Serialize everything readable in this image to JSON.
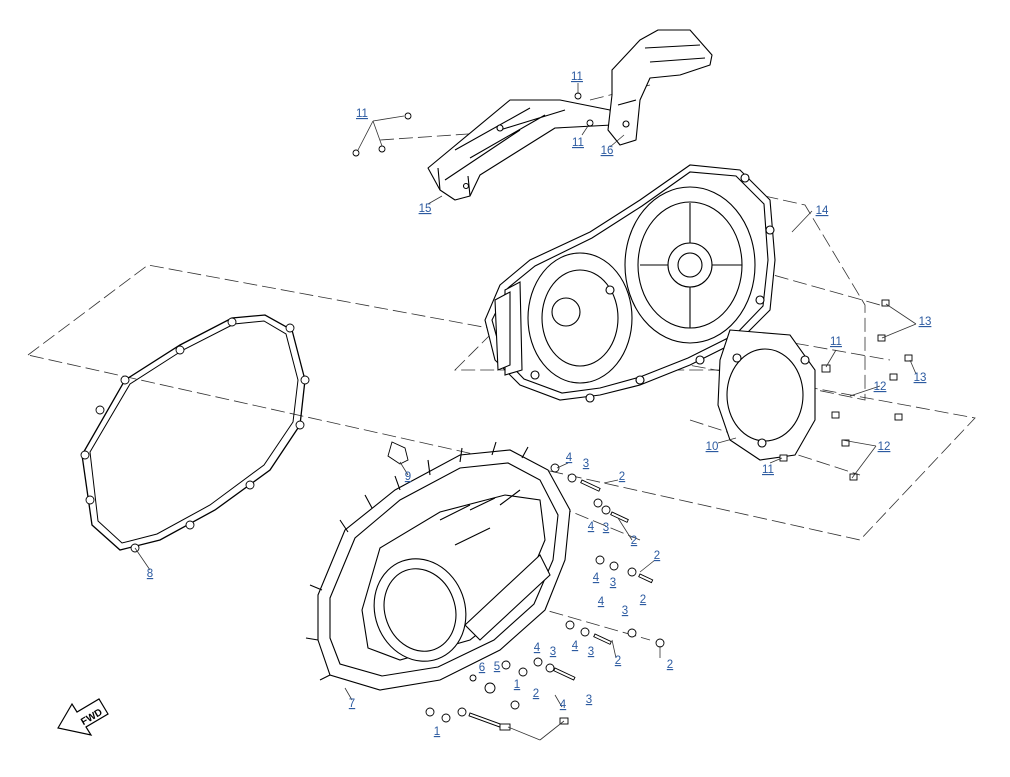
{
  "diagram": {
    "callouts": [
      {
        "id": "c11a",
        "label": "11"
      },
      {
        "id": "c11b",
        "label": "11"
      },
      {
        "id": "c11c",
        "label": "11"
      },
      {
        "id": "c16",
        "label": "16"
      },
      {
        "id": "c15",
        "label": "15"
      },
      {
        "id": "c14",
        "label": "14"
      },
      {
        "id": "c13a",
        "label": "13"
      },
      {
        "id": "c13b",
        "label": "13"
      },
      {
        "id": "c11d",
        "label": "11"
      },
      {
        "id": "c12a",
        "label": "12"
      },
      {
        "id": "c12b",
        "label": "12"
      },
      {
        "id": "c10",
        "label": "10"
      },
      {
        "id": "c11e",
        "label": "11"
      },
      {
        "id": "c9",
        "label": "9"
      },
      {
        "id": "c8",
        "label": "8"
      },
      {
        "id": "c7",
        "label": "7"
      },
      {
        "id": "c4a",
        "label": "4"
      },
      {
        "id": "c3a",
        "label": "3"
      },
      {
        "id": "c2a",
        "label": "2"
      },
      {
        "id": "c4b",
        "label": "4"
      },
      {
        "id": "c3b",
        "label": "3"
      },
      {
        "id": "c2b",
        "label": "2"
      },
      {
        "id": "c2c",
        "label": "2"
      },
      {
        "id": "c4c",
        "label": "4"
      },
      {
        "id": "c3c",
        "label": "3"
      },
      {
        "id": "c2d",
        "label": "2"
      },
      {
        "id": "c4d",
        "label": "4"
      },
      {
        "id": "c3d",
        "label": "3"
      },
      {
        "id": "c4e",
        "label": "4"
      },
      {
        "id": "c3e",
        "label": "3"
      },
      {
        "id": "c2e",
        "label": "2"
      },
      {
        "id": "c2f",
        "label": "2"
      },
      {
        "id": "c6",
        "label": "6"
      },
      {
        "id": "c5",
        "label": "5"
      },
      {
        "id": "c4f",
        "label": "4"
      },
      {
        "id": "c3f",
        "label": "3"
      },
      {
        "id": "c1a",
        "label": "1"
      },
      {
        "id": "c2g",
        "label": "2"
      },
      {
        "id": "c4g",
        "label": "4"
      },
      {
        "id": "c3g",
        "label": "3"
      },
      {
        "id": "c1b",
        "label": "1"
      }
    ],
    "fwd_label": "FWD"
  }
}
